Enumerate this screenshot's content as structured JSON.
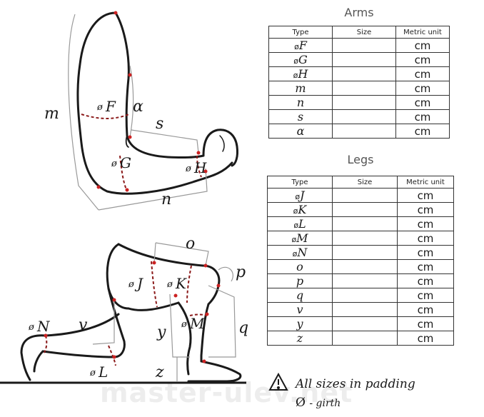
{
  "arms": {
    "title": "Arms",
    "headers": [
      "Type",
      "Size",
      "Metric unit"
    ],
    "rows": [
      {
        "type": "F",
        "diameter": true,
        "size": "",
        "unit": "cm"
      },
      {
        "type": "G",
        "diameter": true,
        "size": "",
        "unit": "cm"
      },
      {
        "type": "H",
        "diameter": true,
        "size": "",
        "unit": "cm"
      },
      {
        "type": "m",
        "diameter": false,
        "size": "",
        "unit": "cm"
      },
      {
        "type": "n",
        "diameter": false,
        "size": "",
        "unit": "cm"
      },
      {
        "type": "s",
        "diameter": false,
        "size": "",
        "unit": "cm"
      },
      {
        "type": "α",
        "diameter": false,
        "size": "",
        "unit": "cm"
      }
    ]
  },
  "legs": {
    "title": "Legs",
    "headers": [
      "Type",
      "Size",
      "Metric unit"
    ],
    "rows": [
      {
        "type": "J",
        "diameter": true,
        "size": "",
        "unit": "cm"
      },
      {
        "type": "K",
        "diameter": true,
        "size": "",
        "unit": "cm"
      },
      {
        "type": "L",
        "diameter": true,
        "size": "",
        "unit": "cm"
      },
      {
        "type": "M",
        "diameter": true,
        "size": "",
        "unit": "cm"
      },
      {
        "type": "N",
        "diameter": true,
        "size": "",
        "unit": "cm"
      },
      {
        "type": "o",
        "diameter": false,
        "size": "",
        "unit": "cm"
      },
      {
        "type": "p",
        "diameter": false,
        "size": "",
        "unit": "cm"
      },
      {
        "type": "q",
        "diameter": false,
        "size": "",
        "unit": "cm"
      },
      {
        "type": "v",
        "diameter": false,
        "size": "",
        "unit": "cm"
      },
      {
        "type": "y",
        "diameter": false,
        "size": "",
        "unit": "cm"
      },
      {
        "type": "z",
        "diameter": false,
        "size": "",
        "unit": "cm"
      }
    ]
  },
  "diameter_symbol": "ø",
  "arm_labels": {
    "m": "m",
    "F": "F",
    "alpha": "α",
    "s": "s",
    "G": "G",
    "H": "H",
    "n": "n"
  },
  "leg_labels": {
    "o": "o",
    "p": "p",
    "J": "J",
    "K": "K",
    "N": "N",
    "v": "v",
    "y": "y",
    "M": "M",
    "q": "q",
    "L": "L",
    "z": "z"
  },
  "notes": {
    "warning_icon": "warning-triangle-icon",
    "padding_text": "All sizes in padding",
    "girth_symbol": "Ø",
    "girth_text": "- girth"
  },
  "watermark": "master-ulev.net",
  "colors": {
    "point": "#cc2222",
    "line": "#1a1a1a",
    "guide": "#999999",
    "table_border": "#333333"
  }
}
